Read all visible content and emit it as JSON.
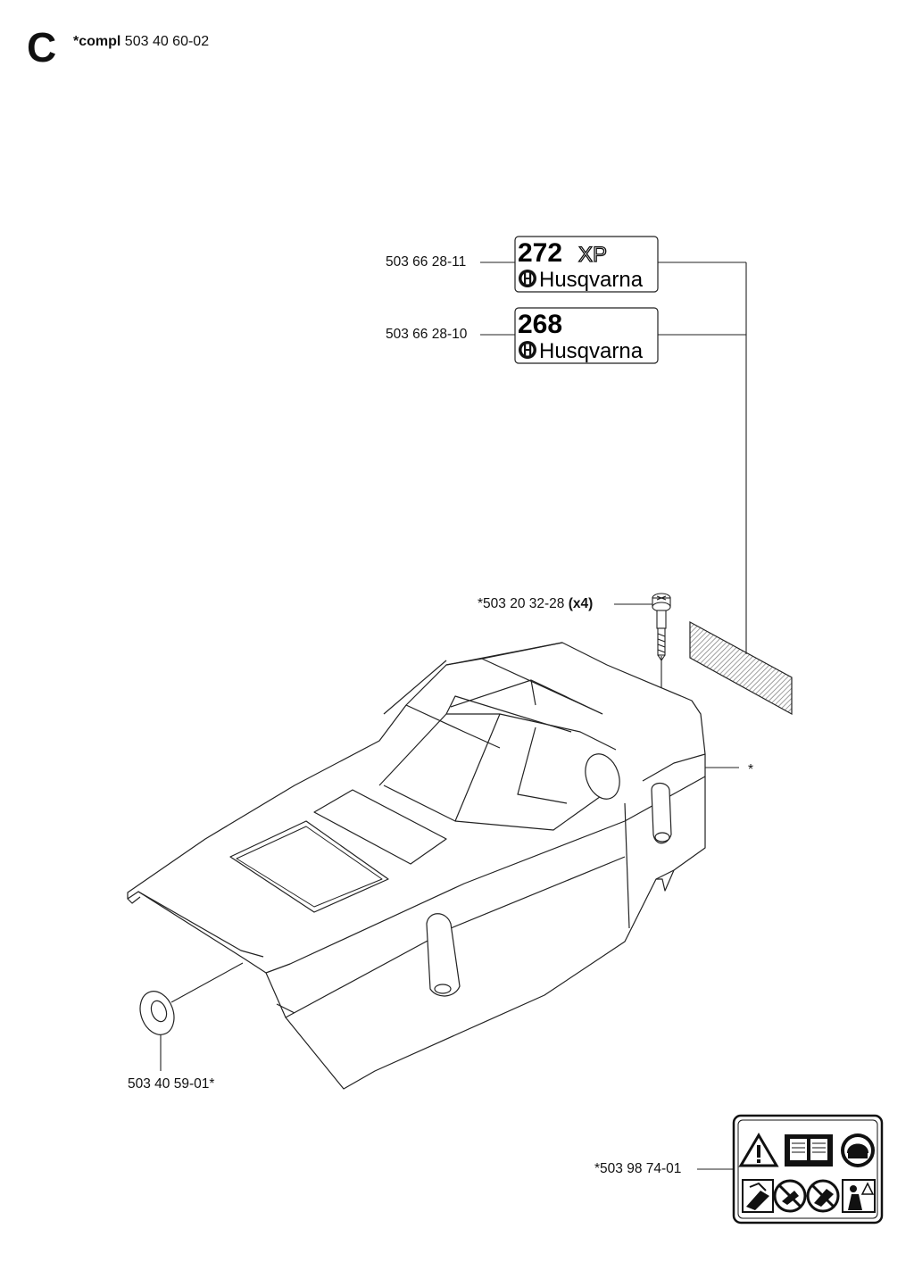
{
  "header": {
    "section_letter": "C",
    "compl_label": "*compl",
    "compl_part": "503 40 60-02"
  },
  "parts": {
    "decal_272xp": "503 66 28-11",
    "decal_268": "503 66 28-10",
    "screw": "*503 20 32-28",
    "screw_qty": "(x4)",
    "cover_ref": "*",
    "washer": "503 40 59-01*",
    "warning_label": "*503 98 74-01"
  },
  "decals": {
    "top_model": "272",
    "top_suffix": "XP",
    "bottom_model": "268",
    "brand": "Husqvarna"
  }
}
